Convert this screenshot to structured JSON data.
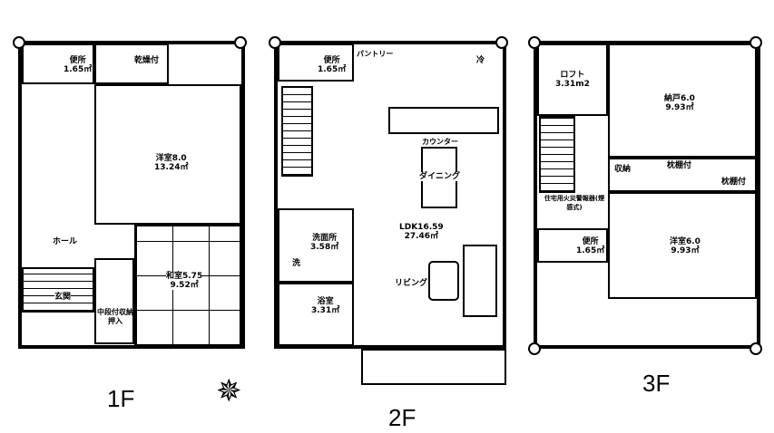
{
  "floors": [
    {
      "label": "1F",
      "rooms": {
        "toilet": "便所",
        "toilet_area": "1.65㎡",
        "closet": "乾燥付",
        "western": "洋室8.0",
        "western_area": "13.24㎡",
        "hall": "ホール",
        "japanese": "和室5.75",
        "japanese_area": "9.52㎡",
        "entrance": "玄関",
        "storage": "中段付収納",
        "oshiire": "押入"
      }
    },
    {
      "label": "2F",
      "rooms": {
        "toilet": "便所",
        "toilet_area": "1.65㎡",
        "pantry": "パントリー",
        "fridge": "冷",
        "counter": "カウンター",
        "dining": "ダイニング",
        "ldk": "LDK16.59",
        "ldk_area": "27.46㎡",
        "washroom": "洗面所",
        "washroom_area": "3.58㎡",
        "washer": "洗",
        "bath": "浴室",
        "bath_area": "3.31㎡",
        "living": "リビング"
      }
    },
    {
      "label": "3F",
      "rooms": {
        "loft": "ロフト",
        "loft_area": "3.31m2",
        "nando": "納戸6.0",
        "nando_area": "9.93㎡",
        "storage": "収納",
        "shelf1": "枕棚付",
        "shelf2": "枕棚付",
        "alarm": "住宅用火災警報器(煙感式)",
        "western": "洋室6.0",
        "western_area": "9.93㎡",
        "toilet": "便所",
        "toilet_area": "1.65㎡"
      }
    }
  ],
  "compass_icon": "north-arrow-icon"
}
